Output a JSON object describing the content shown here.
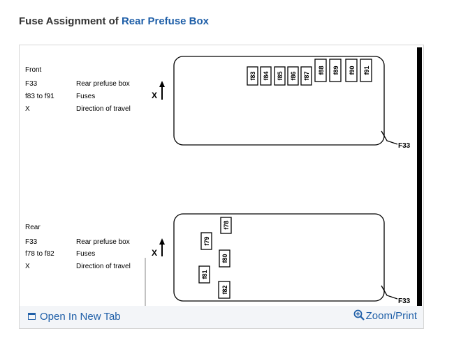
{
  "header": {
    "title_prefix": "Fuse Assignment of ",
    "title_link": "Rear Prefuse Box"
  },
  "front": {
    "heading": "Front",
    "legend": [
      {
        "key": "F33",
        "desc": "Rear prefuse box"
      },
      {
        "key": "f83 to f91",
        "desc": "Fuses"
      },
      {
        "key": "X",
        "desc": "Direction of travel"
      }
    ],
    "fuses": [
      "f83",
      "f84",
      "f85",
      "f86",
      "f87",
      "f88",
      "f89",
      "f90",
      "f91"
    ],
    "direction_label": "X",
    "box_label": "F33"
  },
  "rear": {
    "heading": "Rear",
    "legend": [
      {
        "key": "F33",
        "desc": "Rear prefuse box"
      },
      {
        "key": "f78 to f82",
        "desc": "Fuses"
      },
      {
        "key": "X",
        "desc": "Direction of travel"
      }
    ],
    "fuses": [
      "f78",
      "f79",
      "f80",
      "f81",
      "f82"
    ],
    "direction_label": "X",
    "box_label": "F33"
  },
  "footer": {
    "open_tab": "Open In New Tab",
    "zoom_print": "Zoom/Print",
    "icons": [
      "open-in-new-tab-icon",
      "zoom-icon"
    ]
  }
}
